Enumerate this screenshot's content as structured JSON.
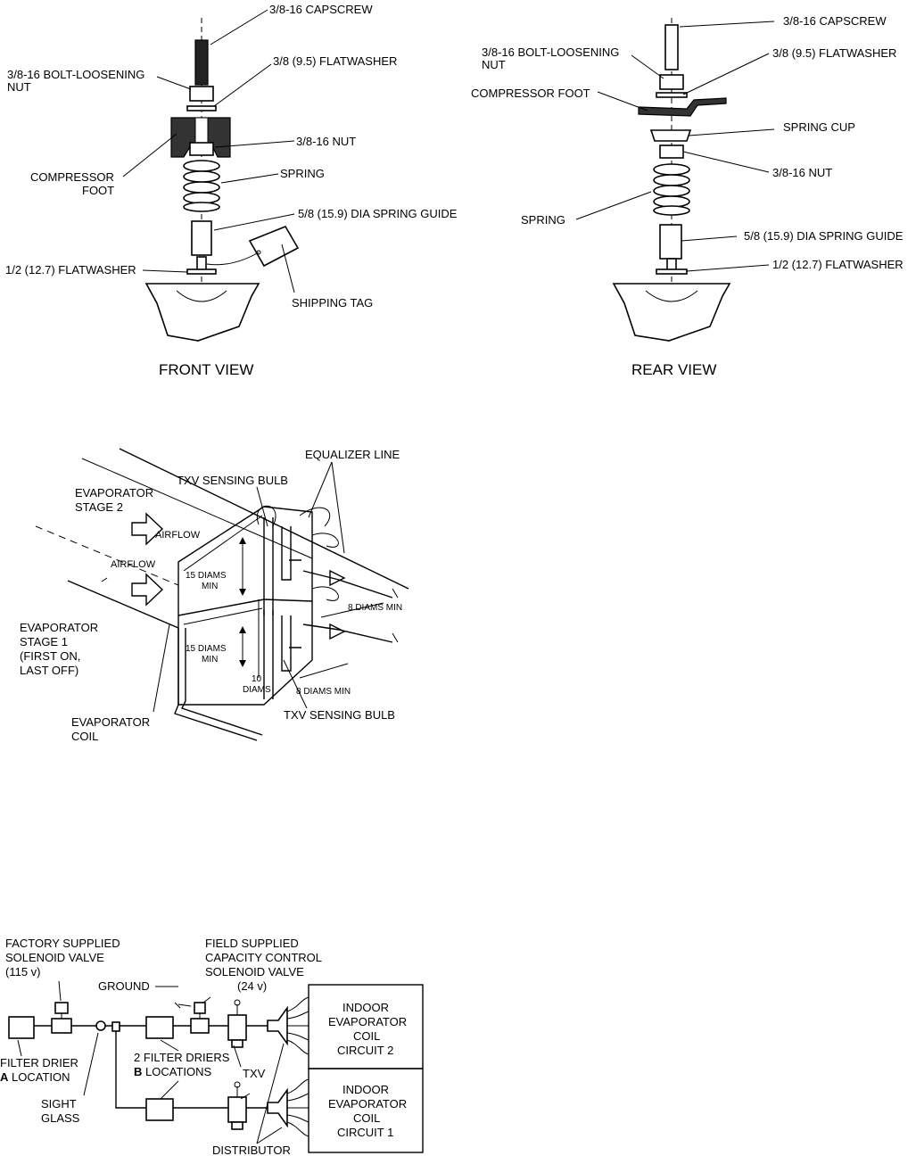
{
  "front_view": {
    "caption": "FRONT VIEW",
    "capscrew": "3/8-16 CAPSCREW",
    "bolt_nut_1": "3/8-16 BOLT-LOOSENING",
    "bolt_nut_2": "NUT",
    "flatwasher_38": "3/8 (9.5) FLATWASHER",
    "nut": "3/8-16 NUT",
    "compressor_foot_1": "COMPRESSOR",
    "compressor_foot_2": "FOOT",
    "spring": "SPRING",
    "spring_guide": "5/8 (15.9) DIA SPRING GUIDE",
    "flatwasher_12": "1/2 (12.7) FLATWASHER",
    "shipping_tag": "SHIPPING TAG"
  },
  "rear_view": {
    "caption": "REAR VIEW",
    "capscrew": "3/8-16 CAPSCREW",
    "bolt_nut_1": "3/8-16 BOLT-LOOSENING",
    "bolt_nut_2": "NUT",
    "flatwasher_38": "3/8 (9.5) FLATWASHER",
    "compressor_foot": "COMPRESSOR FOOT",
    "spring_cup": "SPRING CUP",
    "nut": "3/8-16 NUT",
    "spring": "SPRING",
    "spring_guide": "5/8 (15.9) DIA SPRING GUIDE",
    "flatwasher_12": "1/2 (12.7) FLATWASHER"
  },
  "evaporator": {
    "equalizer_line": "EQUALIZER LINE",
    "txv_bulb_top": "TXV SENSING BULB",
    "stage2_1": "EVAPORATOR",
    "stage2_2": "STAGE 2",
    "airflow_1": "AIRFLOW",
    "airflow_2": "AIRFLOW",
    "diams15_a1": "15 DIAMS",
    "diams15_a2": "MIN",
    "diams15_b1": "15 DIAMS",
    "diams15_b2": "MIN",
    "diams8_a": "8 DIAMS MIN",
    "diams8_b": "8 DIAMS MIN",
    "diams10_1": "10",
    "diams10_2": "DIAMS",
    "txv_bulb_bottom": "TXV SENSING BULB",
    "stage1_1": "EVAPORATOR",
    "stage1_2": "STAGE 1",
    "stage1_3": "(FIRST ON,",
    "stage1_4": "LAST OFF)",
    "coil_1": "EVAPORATOR",
    "coil_2": "COIL"
  },
  "piping": {
    "factory_1": "FACTORY SUPPLIED",
    "factory_2": "SOLENOID VALVE",
    "factory_3": "(115 v)",
    "field_1": "FIELD SUPPLIED",
    "field_2": "CAPACITY CONTROL",
    "field_3": "SOLENOID VALVE",
    "field_4": "(24 v)",
    "ground": "GROUND",
    "coil2_1": "INDOOR",
    "coil2_2": "EVAPORATOR",
    "coil2_3": "COIL",
    "coil2_4": "CIRCUIT 2",
    "coil1_1": "INDOOR",
    "coil1_2": "EVAPORATOR",
    "coil1_3": "COIL",
    "coil1_4": "CIRCUIT 1",
    "filter_a_1": "FILTER DRIER",
    "filter_a_bold": "A",
    "filter_a_2": "LOCATION",
    "filter_b_1": "2 FILTER DRIERS",
    "filter_b_bold": "B",
    "filter_b_2": "LOCATIONS",
    "txv": "TXV",
    "sight_1": "SIGHT",
    "sight_2": "GLASS",
    "distributor": "DISTRIBUTOR"
  }
}
